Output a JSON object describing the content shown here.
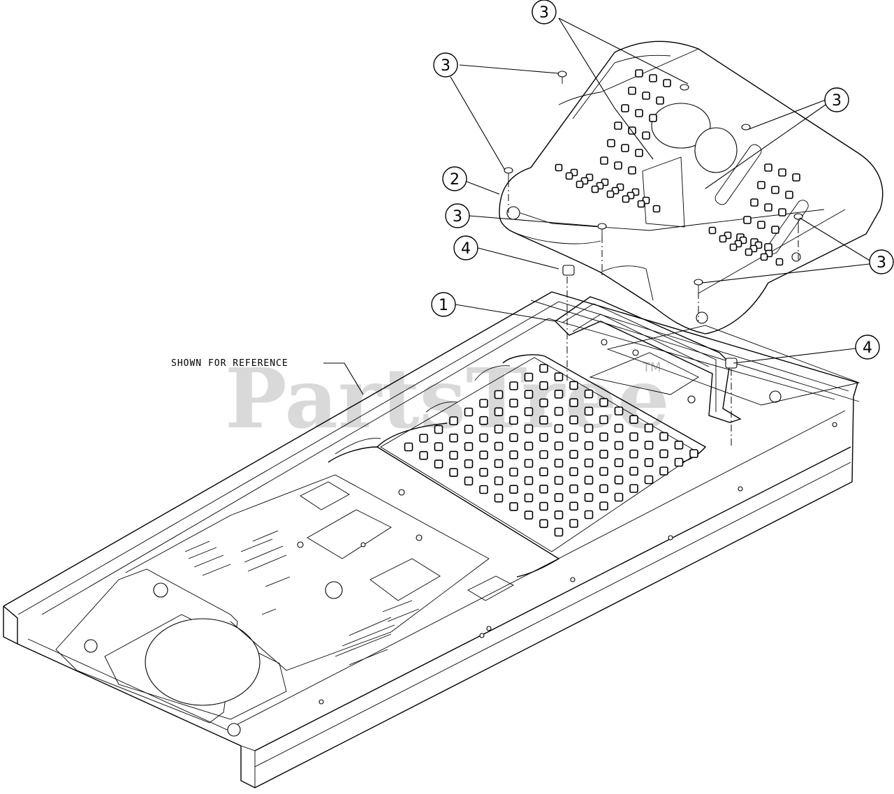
{
  "callouts": [
    {
      "id": "c3a",
      "label": "3"
    },
    {
      "id": "c3b",
      "label": "3"
    },
    {
      "id": "c3c",
      "label": "3"
    },
    {
      "id": "c2",
      "label": "2"
    },
    {
      "id": "c3d",
      "label": "3"
    },
    {
      "id": "c4a",
      "label": "4"
    },
    {
      "id": "c1",
      "label": "1"
    },
    {
      "id": "c3e",
      "label": "3"
    },
    {
      "id": "c4b",
      "label": "4"
    }
  ],
  "reference_note": "SHOWN FOR REFERENCE",
  "watermark": {
    "text": "PartsTree",
    "tm": "TM",
    "color": "#b9b9b9"
  },
  "parts": [
    {
      "name": "floor-pan-frame",
      "shown_for_reference": true
    },
    {
      "name": "bracket",
      "callout": "1"
    },
    {
      "name": "seat-pan",
      "callout": "2"
    },
    {
      "name": "screw",
      "callout": "3"
    },
    {
      "name": "nut",
      "callout": "4"
    }
  ]
}
